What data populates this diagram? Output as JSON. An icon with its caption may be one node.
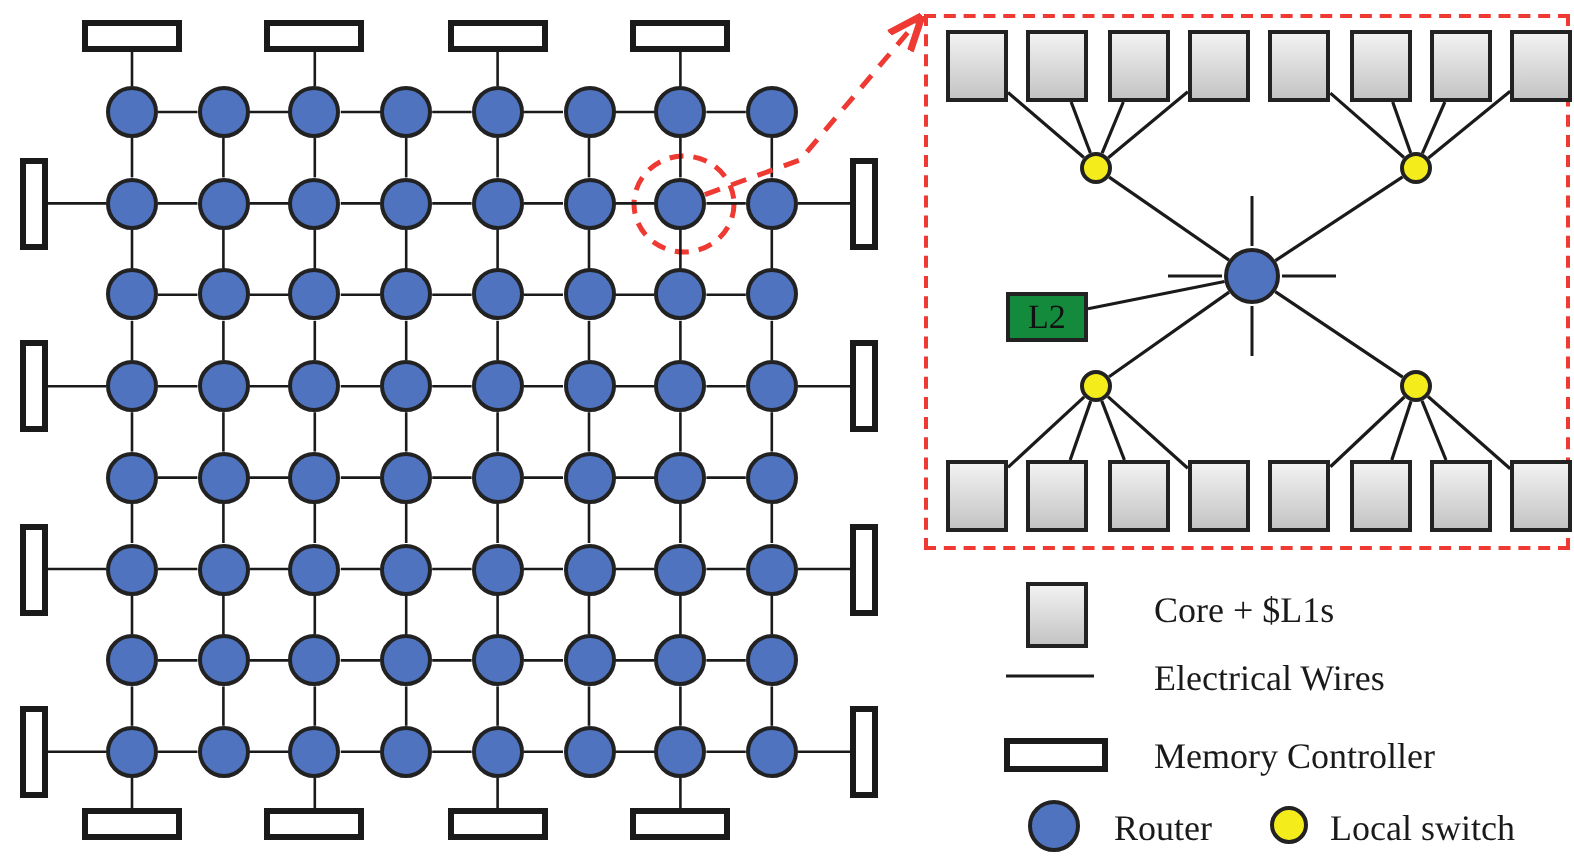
{
  "diagram": {
    "nodes": [
      {
        "text": [],
        "shape": "box"
      },
      {
        "text": [],
        "shape": "box"
      },
      {
        "text": [],
        "shape": "box"
      },
      {
        "text": [],
        "shape": "box"
      },
      {
        "text": [],
        "shape": "circle"
      },
      {
        "text": [],
        "shape": "circle"
      },
      {
        "text": [],
        "shape": "circle"
      },
      {
        "text": [],
        "shape": "circle"
      },
      {
        "text": [],
        "shape": "circle"
      },
      {
        "text": [],
        "shape": "circle"
      },
      {
        "text": [],
        "shape": "circle"
      },
      {
        "text": [],
        "shape": "circle"
      },
      {
        "text": [],
        "shape": "circle"
      },
      {
        "text": [],
        "shape": "circle"
      },
      {
        "text": [],
        "shape": "circle"
      },
      {
        "text": [],
        "shape": "circle"
      },
      {
        "text": [],
        "shape": "circle"
      },
      {
        "text": [],
        "shape": "circle"
      },
      {
        "text": [],
        "shape": "circle"
      },
      {
        "text": [],
        "shape": "circle"
      },
      {
        "text": [],
        "shape": "circle"
      },
      {
        "text": [],
        "shape": "circle"
      },
      {
        "text": [],
        "shape": "circle"
      },
      {
        "text": [],
        "shape": "circle"
      },
      {
        "text": [],
        "shape": "circle"
      },
      {
        "text": [],
        "shape": "circle"
      },
      {
        "text": [],
        "shape": "circle"
      },
      {
        "text": [],
        "shape": "circle"
      },
      {
        "text": [],
        "shape": "circle"
      },
      {
        "text": [],
        "shape": "circle"
      },
      {
        "text": [],
        "shape": "circle"
      },
      {
        "text": [],
        "shape": "circle"
      },
      {
        "text": [],
        "shape": "circle"
      },
      {
        "text": [],
        "shape": "circle"
      },
      {
        "text": [],
        "shape": "circle"
      },
      {
        "text": [],
        "shape": "circle"
      },
      {
        "text": [],
        "shape": "circle"
      },
      {
        "text": [],
        "shape": "circle"
      },
      {
        "text": [],
        "shape": "circle"
      },
      {
        "text": [],
        "shape": "circle"
      },
      {
        "text": [],
        "shape": "circle"
      },
      {
        "text": [],
        "shape": "circle"
      },
      {
        "text": [],
        "shape": "circle"
      },
      {
        "text": [],
        "shape": "circle"
      },
      {
        "text": [],
        "shape": "circle"
      },
      {
        "text": [],
        "shape": "circle"
      },
      {
        "text": [],
        "shape": "circle"
      },
      {
        "text": [],
        "shape": "circle"
      },
      {
        "text": [],
        "shape": "circle"
      },
      {
        "text": [],
        "shape": "circle"
      },
      {
        "text": [],
        "shape": "circle"
      },
      {
        "text": [],
        "shape": "circle"
      },
      {
        "text": [],
        "shape": "circle"
      },
      {
        "text": [],
        "shape": "circle"
      },
      {
        "text": [],
        "shape": "circle"
      },
      {
        "text": [],
        "shape": "circle"
      },
      {
        "text": [],
        "shape": "circle"
      },
      {
        "text": [],
        "shape": "circle"
      },
      {
        "text": [],
        "shape": "circle"
      },
      {
        "text": [],
        "shape": "circle"
      },
      {
        "text": [],
        "shape": "circle"
      },
      {
        "text": [],
        "shape": "circle"
      },
      {
        "text": [],
        "shape": "circle"
      },
      {
        "text": [],
        "shape": "circle"
      },
      {
        "text": [],
        "shape": "circle"
      },
      {
        "text": [],
        "shape": "circle"
      },
      {
        "text": [],
        "shape": "circle"
      },
      {
        "text": [],
        "shape": "circle"
      },
      {
        "text": [],
        "shape": "box"
      },
      {
        "text": [],
        "shape": "box"
      },
      {
        "text": [],
        "shape": "box"
      },
      {
        "text": [],
        "shape": "box"
      },
      {
        "text": [],
        "shape": "box"
      },
      {
        "text": [],
        "shape": "box"
      },
      {
        "text": [],
        "shape": "box"
      },
      {
        "text": [],
        "shape": "box"
      },
      {
        "text": [],
        "shape": "box"
      },
      {
        "text": [],
        "shape": "box"
      },
      {
        "text": [],
        "shape": "box"
      },
      {
        "text": [],
        "shape": "box"
      },
      {
        "text": [],
        "shape": "box"
      },
      {
        "text": [],
        "shape": "box",
        "in": 80
      },
      {
        "text": [],
        "shape": "box",
        "in": 80
      },
      {
        "text": [],
        "shape": "box",
        "in": 80
      },
      {
        "text": [],
        "shape": "box",
        "in": 80
      },
      {
        "text": [],
        "shape": "box",
        "in": 80
      },
      {
        "text": [],
        "shape": "box",
        "in": 80
      },
      {
        "text": [],
        "shape": "box",
        "in": 80
      },
      {
        "text": [],
        "shape": "box",
        "in": 80
      },
      {
        "text": [],
        "shape": "circle",
        "in": 80
      },
      {
        "text": [],
        "shape": "circle",
        "in": 80
      },
      {
        "text": [],
        "shape": "circle",
        "in": 80
      },
      {
        "text": [
          "L2"
        ],
        "in": 80
      },
      {
        "text": [],
        "shape": "circle",
        "in": 80
      },
      {
        "text": [],
        "shape": "circle",
        "in": 80
      },
      {
        "text": [],
        "shape": "box",
        "in": 80
      },
      {
        "text": [],
        "shape": "box",
        "in": 80
      },
      {
        "text": [],
        "shape": "box",
        "in": 80
      },
      {
        "text": [],
        "shape": "box",
        "in": 80
      },
      {
        "text": [],
        "shape": "box",
        "in": 80
      },
      {
        "text": [],
        "shape": "box",
        "in": 80
      },
      {
        "text": [],
        "shape": "box",
        "in": 80
      },
      {
        "text": [],
        "shape": "box",
        "in": 80
      },
      {
        "text": [],
        "shape": "box"
      },
      {
        "text": [],
        "shape": "box"
      },
      {
        "text": [],
        "shape": "circle"
      },
      {
        "text": [],
        "shape": "circle"
      }
    ],
    "edges": [
      {
        "from": 4,
        "to": 5,
        "arrow": "none"
      },
      {
        "from": 5,
        "to": 6,
        "arrow": "none"
      },
      {
        "from": 6,
        "to": 7,
        "arrow": "none"
      },
      {
        "from": 7,
        "to": 8,
        "arrow": "none"
      },
      {
        "from": 8,
        "to": 9,
        "arrow": "none"
      },
      {
        "from": 9,
        "to": 10,
        "arrow": "none"
      },
      {
        "from": 10,
        "to": 11,
        "arrow": "none"
      },
      {
        "from": 12,
        "to": 13,
        "arrow": "none"
      },
      {
        "from": 13,
        "to": 14,
        "arrow": "none"
      },
      {
        "from": 14,
        "to": 15,
        "arrow": "none"
      },
      {
        "from": 15,
        "to": 16,
        "arrow": "none"
      },
      {
        "from": 16,
        "to": 17,
        "arrow": "none"
      },
      {
        "from": 17,
        "to": 18,
        "arrow": "none"
      },
      {
        "from": 18,
        "to": 19,
        "arrow": "none"
      },
      {
        "from": 20,
        "to": 21,
        "arrow": "none"
      },
      {
        "from": 21,
        "to": 22,
        "arrow": "none"
      },
      {
        "from": 22,
        "to": 23,
        "arrow": "none"
      },
      {
        "from": 23,
        "to": 24,
        "arrow": "none"
      },
      {
        "from": 24,
        "to": 25,
        "arrow": "none"
      },
      {
        "from": 25,
        "to": 26,
        "arrow": "none"
      },
      {
        "from": 26,
        "to": 27,
        "arrow": "none"
      },
      {
        "from": 28,
        "to": 29,
        "arrow": "none"
      },
      {
        "from": 29,
        "to": 30,
        "arrow": "none"
      },
      {
        "from": 30,
        "to": 31,
        "arrow": "none"
      },
      {
        "from": 31,
        "to": 32,
        "arrow": "none"
      },
      {
        "from": 32,
        "to": 33,
        "arrow": "none"
      },
      {
        "from": 33,
        "to": 34,
        "arrow": "none"
      },
      {
        "from": 34,
        "to": 35,
        "arrow": "none"
      },
      {
        "from": 36,
        "to": 37,
        "arrow": "none"
      },
      {
        "from": 37,
        "to": 38,
        "arrow": "none"
      },
      {
        "from": 38,
        "to": 39,
        "arrow": "none"
      },
      {
        "from": 39,
        "to": 40,
        "arrow": "none"
      },
      {
        "from": 40,
        "to": 41,
        "arrow": "none"
      },
      {
        "from": 41,
        "to": 42,
        "arrow": "none"
      },
      {
        "from": 42,
        "to": 43,
        "arrow": "none"
      },
      {
        "from": 44,
        "to": 45,
        "arrow": "none"
      },
      {
        "from": 45,
        "to": 46,
        "arrow": "none"
      },
      {
        "from": 46,
        "to": 47,
        "arrow": "none"
      },
      {
        "from": 47,
        "to": 48,
        "arrow": "none"
      },
      {
        "from": 48,
        "to": 49,
        "arrow": "none"
      },
      {
        "from": 49,
        "to": 50,
        "arrow": "none"
      },
      {
        "from": 50,
        "to": 51,
        "arrow": "none"
      },
      {
        "from": 52,
        "to": 53,
        "arrow": "none"
      },
      {
        "from": 53,
        "to": 54,
        "arrow": "none"
      },
      {
        "from": 54,
        "to": 55,
        "arrow": "none"
      },
      {
        "from": 55,
        "to": 56,
        "arrow": "none"
      },
      {
        "from": 56,
        "to": 57,
        "arrow": "none"
      },
      {
        "from": 57,
        "to": 58,
        "arrow": "none"
      },
      {
        "from": 58,
        "to": 59,
        "arrow": "none"
      },
      {
        "from": 60,
        "to": 61,
        "arrow": "none"
      },
      {
        "from": 61,
        "to": 62,
        "arrow": "none"
      },
      {
        "from": 62,
        "to": 63,
        "arrow": "none"
      },
      {
        "from": 63,
        "to": 64,
        "arrow": "none"
      },
      {
        "from": 64,
        "to": 65,
        "arrow": "none"
      },
      {
        "from": 65,
        "to": 66,
        "arrow": "none"
      },
      {
        "from": 66,
        "to": 67,
        "arrow": "none"
      },
      {
        "from": 4,
        "to": 12,
        "arrow": "none"
      },
      {
        "from": 5,
        "to": 13,
        "arrow": "none"
      },
      {
        "from": 6,
        "to": 14,
        "arrow": "none"
      },
      {
        "from": 7,
        "to": 15,
        "arrow": "none"
      },
      {
        "from": 8,
        "to": 16,
        "arrow": "none"
      },
      {
        "from": 9,
        "to": 17,
        "arrow": "none"
      },
      {
        "from": 10,
        "to": 18,
        "arrow": "none"
      },
      {
        "from": 11,
        "to": 19,
        "arrow": "none"
      },
      {
        "from": 12,
        "to": 20,
        "arrow": "none"
      },
      {
        "from": 13,
        "to": 21,
        "arrow": "none"
      },
      {
        "from": 14,
        "to": 22,
        "arrow": "none"
      },
      {
        "from": 15,
        "to": 23,
        "arrow": "none"
      },
      {
        "from": 16,
        "to": 24,
        "arrow": "none"
      },
      {
        "from": 17,
        "to": 25,
        "arrow": "none"
      },
      {
        "from": 18,
        "to": 26,
        "arrow": "none"
      },
      {
        "from": 19,
        "to": 27,
        "arrow": "none"
      },
      {
        "from": 20,
        "to": 28,
        "arrow": "none"
      },
      {
        "from": 21,
        "to": 29,
        "arrow": "none"
      },
      {
        "from": 22,
        "to": 30,
        "arrow": "none"
      },
      {
        "from": 23,
        "to": 31,
        "arrow": "none"
      },
      {
        "from": 24,
        "to": 32,
        "arrow": "none"
      },
      {
        "from": 25,
        "to": 33,
        "arrow": "none"
      },
      {
        "from": 26,
        "to": 34,
        "arrow": "none"
      },
      {
        "from": 27,
        "to": 35,
        "arrow": "none"
      },
      {
        "from": 28,
        "to": 36,
        "arrow": "none"
      },
      {
        "from": 29,
        "to": 37,
        "arrow": "none"
      },
      {
        "from": 30,
        "to": 38,
        "arrow": "none"
      },
      {
        "from": 31,
        "to": 39,
        "arrow": "none"
      },
      {
        "from": 32,
        "to": 40,
        "arrow": "none"
      },
      {
        "from": 33,
        "to": 41,
        "arrow": "none"
      },
      {
        "from": 34,
        "to": 42,
        "arrow": "none"
      },
      {
        "from": 35,
        "to": 43,
        "arrow": "none"
      },
      {
        "from": 36,
        "to": 44,
        "arrow": "none"
      },
      {
        "from": 37,
        "to": 45,
        "arrow": "none"
      },
      {
        "from": 38,
        "to": 46,
        "arrow": "none"
      },
      {
        "from": 39,
        "to": 47,
        "arrow": "none"
      },
      {
        "from": 40,
        "to": 48,
        "arrow": "none"
      },
      {
        "from": 41,
        "to": 49,
        "arrow": "none"
      },
      {
        "from": 42,
        "to": 50,
        "arrow": "none"
      },
      {
        "from": 43,
        "to": 51,
        "arrow": "none"
      },
      {
        "from": 44,
        "to": 52,
        "arrow": "none"
      },
      {
        "from": 45,
        "to": 53,
        "arrow": "none"
      },
      {
        "from": 46,
        "to": 54,
        "arrow": "none"
      },
      {
        "from": 47,
        "to": 55,
        "arrow": "none"
      },
      {
        "from": 48,
        "to": 56,
        "arrow": "none"
      },
      {
        "from": 49,
        "to": 57,
        "arrow": "none"
      },
      {
        "from": 50,
        "to": 58,
        "arrow": "none"
      },
      {
        "from": 51,
        "to": 59,
        "arrow": "none"
      },
      {
        "from": 52,
        "to": 60,
        "arrow": "none"
      },
      {
        "from": 53,
        "to": 61,
        "arrow": "none"
      },
      {
        "from": 54,
        "to": 62,
        "arrow": "none"
      },
      {
        "from": 55,
        "to": 63,
        "arrow": "none"
      },
      {
        "from": 56,
        "to": 64,
        "arrow": "none"
      },
      {
        "from": 57,
        "to": 65,
        "arrow": "none"
      },
      {
        "from": 58,
        "to": 66,
        "arrow": "none"
      },
      {
        "from": 59,
        "to": 67,
        "arrow": "none"
      },
      {
        "from": 0,
        "to": 4,
        "arrow": "none"
      },
      {
        "from": 1,
        "to": 6,
        "arrow": "none"
      },
      {
        "from": 2,
        "to": 8,
        "arrow": "none"
      },
      {
        "from": 3,
        "to": 10,
        "arrow": "none"
      },
      {
        "from": 68,
        "to": 12,
        "arrow": "none"
      },
      {
        "from": 69,
        "to": 28,
        "arrow": "none"
      },
      {
        "from": 70,
        "to": 44,
        "arrow": "none"
      },
      {
        "from": 71,
        "to": 60,
        "arrow": "none"
      },
      {
        "from": 72,
        "to": 19,
        "arrow": "none"
      },
      {
        "from": 73,
        "to": 35,
        "arrow": "none"
      },
      {
        "from": 74,
        "to": 51,
        "arrow": "none"
      },
      {
        "from": 75,
        "to": 67,
        "arrow": "none"
      },
      {
        "from": 76,
        "to": 60,
        "arrow": "none"
      },
      {
        "from": 77,
        "to": 62,
        "arrow": "none"
      },
      {
        "from": 78,
        "to": 64,
        "arrow": "none"
      },
      {
        "from": 79,
        "to": 66,
        "arrow": "none"
      },
      {
        "from": 18,
        "to": 80,
        "arrow": "to",
        "style": "dashed",
        "color": "#ee3a32"
      },
      {
        "from": 89,
        "to": 81,
        "arrow": "none"
      },
      {
        "from": 89,
        "to": 82,
        "arrow": "none"
      },
      {
        "from": 89,
        "to": 83,
        "arrow": "none"
      },
      {
        "from": 89,
        "to": 84,
        "arrow": "none"
      },
      {
        "from": 90,
        "to": 85,
        "arrow": "none"
      },
      {
        "from": 90,
        "to": 86,
        "arrow": "none"
      },
      {
        "from": 90,
        "to": 87,
        "arrow": "none"
      },
      {
        "from": 90,
        "to": 88,
        "arrow": "none"
      },
      {
        "from": 89,
        "to": 91,
        "arrow": "none"
      },
      {
        "from": 90,
        "to": 91,
        "arrow": "none"
      },
      {
        "from": 92,
        "to": 91,
        "arrow": "none"
      },
      {
        "from": 93,
        "to": 91,
        "arrow": "none"
      },
      {
        "from": 94,
        "to": 91,
        "arrow": "none"
      },
      {
        "from": 93,
        "to": 95,
        "arrow": "none"
      },
      {
        "from": 93,
        "to": 96,
        "arrow": "none"
      },
      {
        "from": 93,
        "to": 97,
        "arrow": "none"
      },
      {
        "from": 93,
        "to": 98,
        "arrow": "none"
      },
      {
        "from": 94,
        "to": 99,
        "arrow": "none"
      },
      {
        "from": 94,
        "to": 100,
        "arrow": "none"
      },
      {
        "from": 94,
        "to": 101,
        "arrow": "none"
      },
      {
        "from": 94,
        "to": 102,
        "arrow": "none"
      }
    ],
    "legend": [
      {
        "text": "Core + $L1s"
      },
      {
        "text": "Electrical Wires"
      },
      {
        "text": "Memory Controller"
      },
      {
        "text": "Router"
      },
      {
        "text": "Local switch"
      }
    ]
  }
}
